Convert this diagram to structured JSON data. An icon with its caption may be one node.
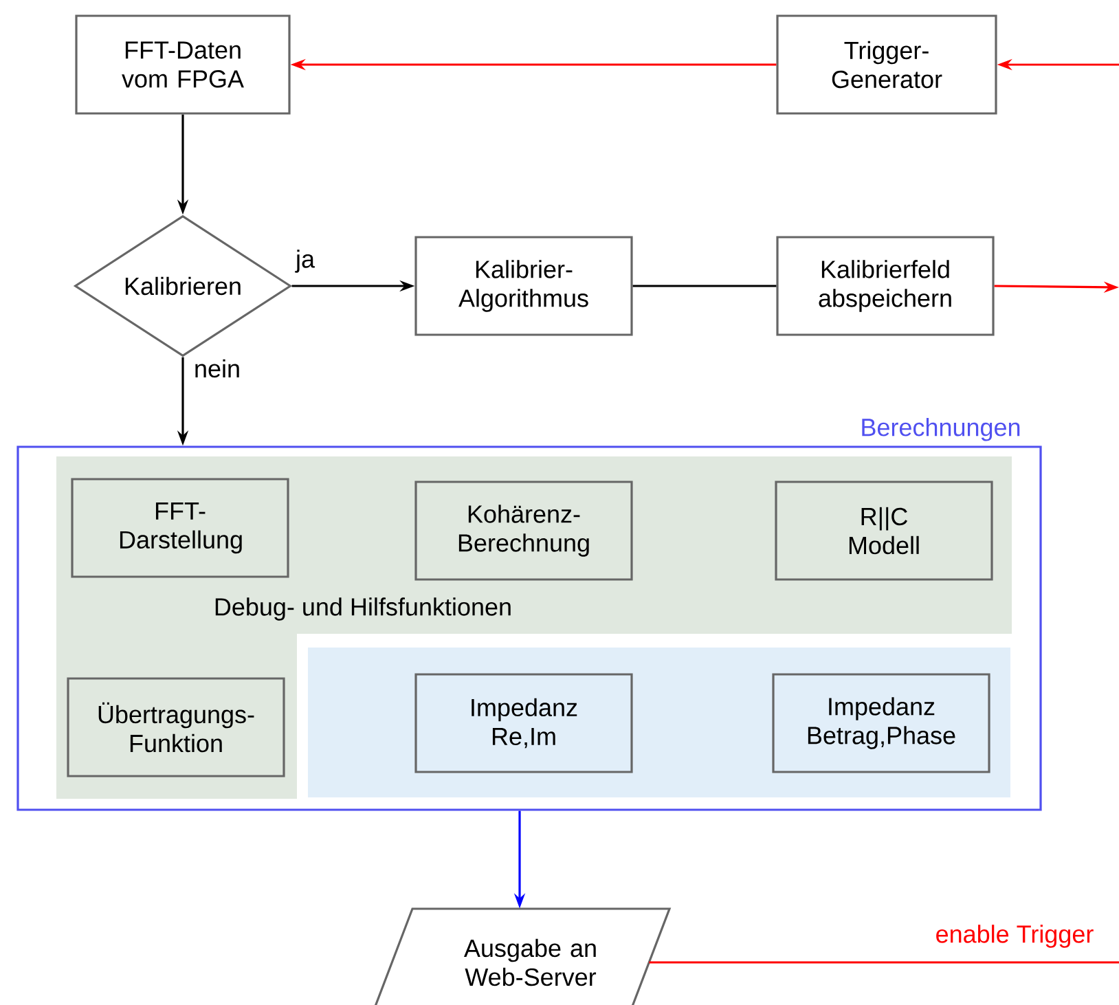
{
  "diagram": {
    "nodes": [
      {
        "text": [
          "FFT-Daten vom FPGA"
        ]
      },
      {
        "text": [
          "Trigger-Generator"
        ]
      },
      {
        "text": [
          "Kalibrieren"
        ]
      },
      {
        "text": [
          "Kalibrier-Algorithmus"
        ]
      },
      {
        "text": [
          "Kalibrierfeld abspeichern"
        ]
      },
      {
        "text": [
          "Berechnungen"
        ]
      },
      {
        "text": [
          "Debug- und Hilfsfunktionen"
        ],
        "in": 5
      },
      {
        "text": [
          "FFT-Darstellung"
        ],
        "in": 6
      },
      {
        "text": [
          "Kohärenz-Berechnung"
        ],
        "in": 6
      },
      {
        "text": [
          "R||C Modell"
        ],
        "in": 6
      },
      {
        "text": [
          "Übertragungs-Funktion"
        ],
        "in": 6
      },
      {
        "text": [],
        "shape": "box",
        "in": 5
      },
      {
        "text": [
          "Impedanz Re,Im"
        ],
        "in": 11
      },
      {
        "text": [
          "Impedanz Betrag,Phase"
        ],
        "in": 11
      },
      {
        "text": [
          "Ausgabe an Web-Server"
        ]
      }
    ],
    "edges": [
      {
        "from": 1,
        "to": 0,
        "arrow": "to",
        "color": "#ff0000"
      },
      {
        "from": null,
        "to": 1,
        "arrow": "to",
        "color": "#ff0000"
      },
      {
        "from": 0,
        "to": 2,
        "arrow": "to",
        "color": "#000000"
      },
      {
        "from": 2,
        "to": 3,
        "arrow": "to",
        "label": "ja",
        "color": "#000000"
      },
      {
        "from": 3,
        "to": 4,
        "arrow": "none",
        "color": "#000000"
      },
      {
        "from": 4,
        "to": null,
        "arrow": "to",
        "color": "#ff0000"
      },
      {
        "from": 2,
        "to": 5,
        "arrow": "to",
        "label": "nein",
        "color": "#000000"
      },
      {
        "from": 5,
        "to": 14,
        "arrow": "to",
        "color": "#0000ff"
      },
      {
        "from": 14,
        "to": null,
        "arrow": "none",
        "color": "#ff0000",
        "label": "enable Trigger"
      }
    ]
  }
}
